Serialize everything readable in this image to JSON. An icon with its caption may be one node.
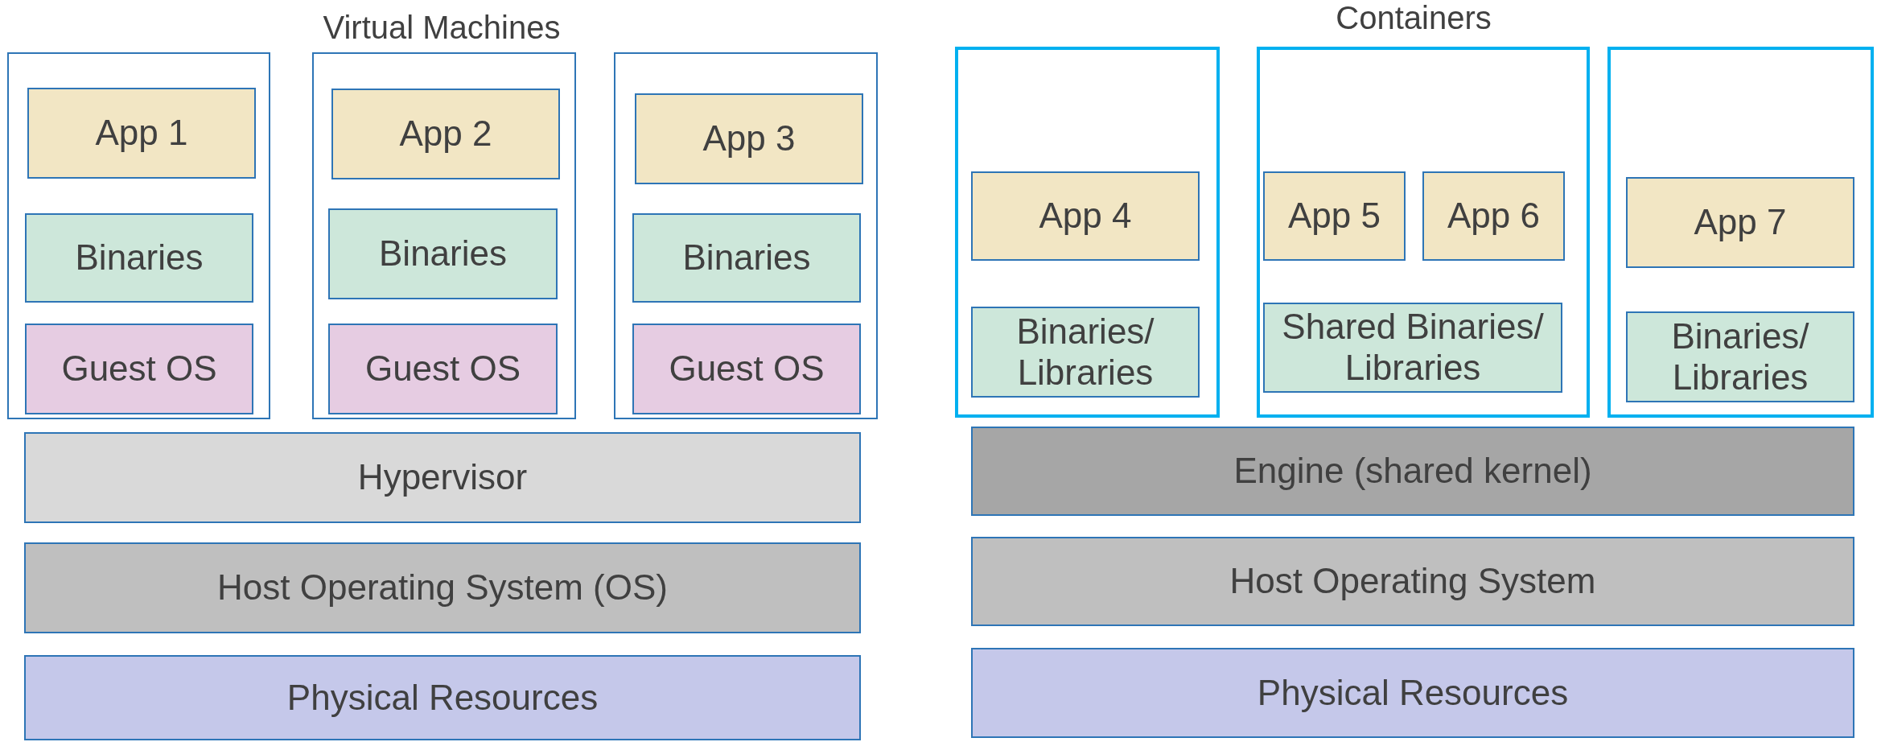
{
  "diagram": {
    "nodes": [
      {
        "text": [],
        "shape": "box"
      },
      {
        "text": [
          "App 1"
        ],
        "in": 0
      },
      {
        "text": [
          "Binaries"
        ],
        "in": 0
      },
      {
        "text": [
          "Guest OS"
        ],
        "in": 0
      },
      {
        "text": [],
        "shape": "box"
      },
      {
        "text": [
          "App 2"
        ],
        "in": 4
      },
      {
        "text": [
          "Binaries"
        ],
        "in": 4
      },
      {
        "text": [
          "Guest OS"
        ],
        "in": 4
      },
      {
        "text": [],
        "shape": "box"
      },
      {
        "text": [
          "App 3"
        ],
        "in": 8
      },
      {
        "text": [
          "Binaries"
        ],
        "in": 8
      },
      {
        "text": [
          "Guest OS"
        ],
        "in": 8
      },
      {
        "text": [
          "Hypervisor"
        ]
      },
      {
        "text": [
          "Host Operating System (OS)"
        ]
      },
      {
        "text": [
          "Physical Resources"
        ]
      },
      {
        "text": [],
        "shape": "box"
      },
      {
        "text": [
          "App 4"
        ],
        "in": 15
      },
      {
        "text": [
          "Binaries/ Libraries"
        ],
        "in": 15
      },
      {
        "text": [],
        "shape": "box"
      },
      {
        "text": [
          "App 5"
        ],
        "in": 18
      },
      {
        "text": [
          "App 6"
        ],
        "in": 18
      },
      {
        "text": [
          "Shared Binaries/ Libraries"
        ],
        "in": 18
      },
      {
        "text": [],
        "shape": "box"
      },
      {
        "text": [
          "App 7"
        ],
        "in": 22
      },
      {
        "text": [
          "Binaries/ Libraries"
        ],
        "in": 22
      },
      {
        "text": [
          "Engine (shared kernel)"
        ]
      },
      {
        "text": [
          "Host Operating System"
        ]
      },
      {
        "text": [
          "Physical Resources"
        ]
      }
    ],
    "edges": [],
    "labels": [
      "Virtual Machines",
      "Containers"
    ]
  }
}
